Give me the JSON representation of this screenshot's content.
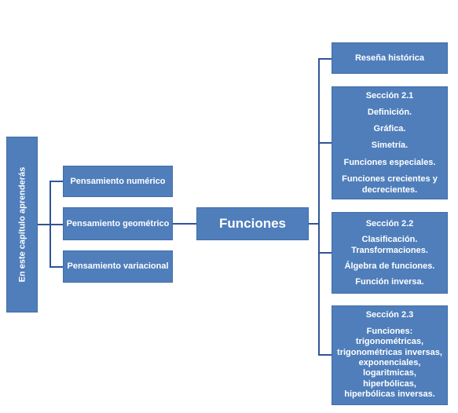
{
  "root": {
    "label": "En este capítulo aprenderás"
  },
  "left_items": [
    {
      "label": "Pensamiento numérico"
    },
    {
      "label": "Pensamiento geométrico"
    },
    {
      "label": "Pensamiento variacional"
    }
  ],
  "center": {
    "label": "Funciones"
  },
  "right": {
    "resena": "Reseña histórica",
    "sec21": {
      "title": "Sección 2.1",
      "items": [
        "Definición.",
        "Gráfica.",
        "Simetría.",
        "Funciones especiales.",
        "Funciones crecientes y decrecientes."
      ]
    },
    "sec22": {
      "title": "Sección 2.2",
      "items": [
        "Clasificación.",
        "Transformaciones.",
        "Álgebra de funciones.",
        "Función inversa."
      ]
    },
    "sec23": {
      "title": "Sección 2.3",
      "items": [
        "Funciones:",
        "trigonométricas,",
        "trigonométricas inversas,",
        "exponenciales,",
        "logaritmicas, hiperbólicas,",
        "hiperbólicas inversas."
      ]
    }
  },
  "colors": {
    "box_fill": "#4f7ebb",
    "box_border": "#3f6ea8",
    "connector": "#2f5597",
    "text": "#ffffff"
  }
}
